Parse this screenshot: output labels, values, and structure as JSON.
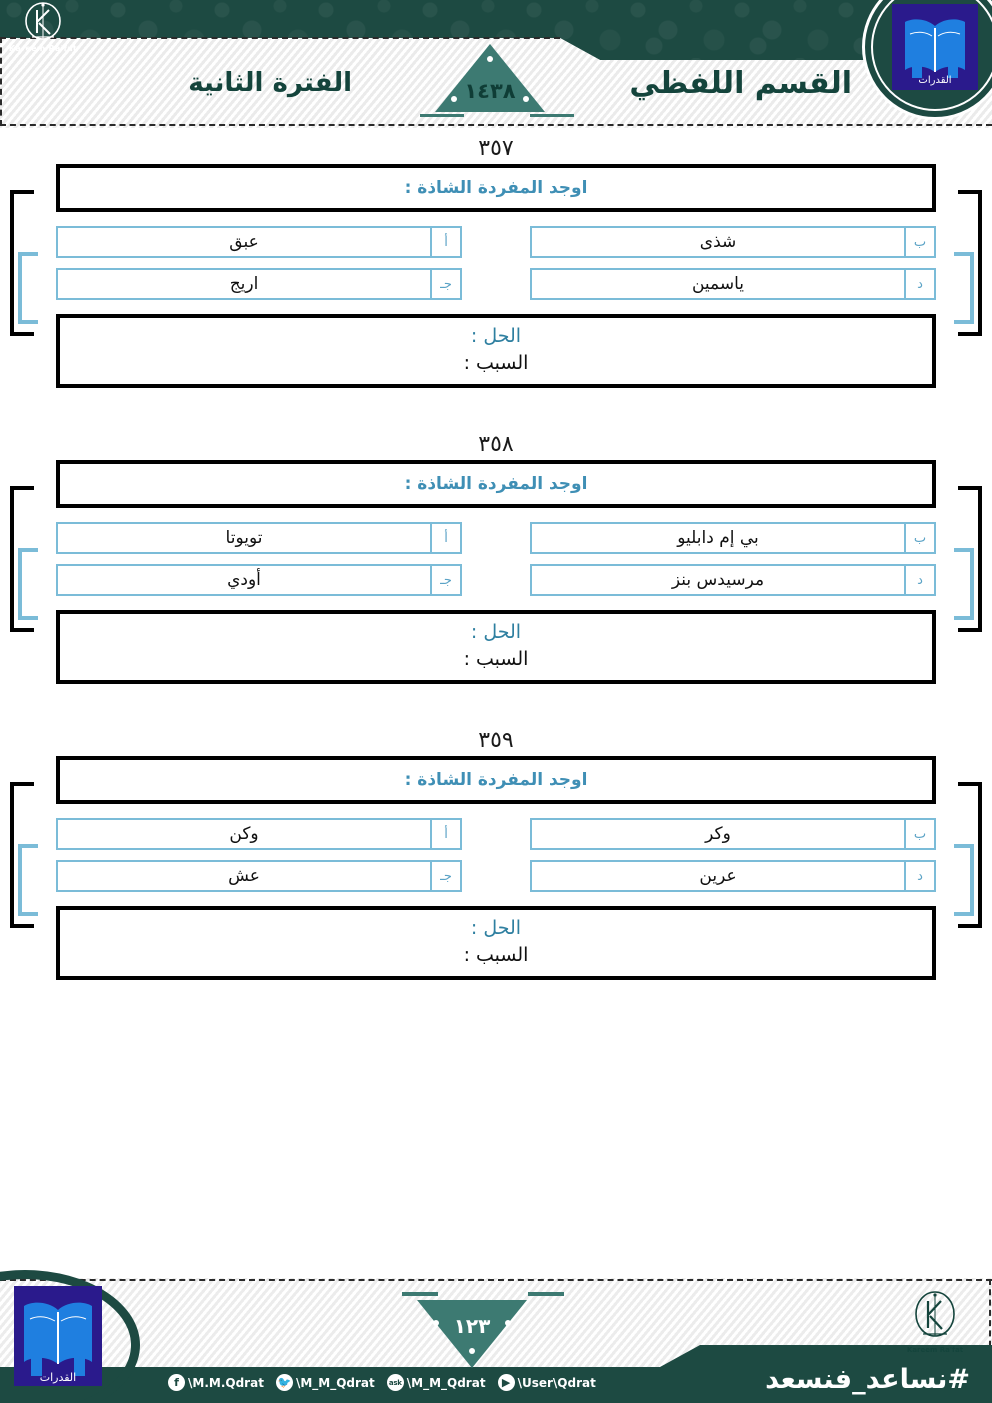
{
  "header": {
    "section_title": "القسم اللفظي",
    "period": "الفترة الثانية",
    "hijri_year": "١٤٣٨",
    "brand_name": "Kareem Ra'fat",
    "logo_text": "القدرات",
    "colors": {
      "green": "#1d4a42",
      "teal": "#3d7a72",
      "title": "#14443c"
    }
  },
  "questions": [
    {
      "number": "٣٥٧",
      "prompt": "اوجد المفردة الشاذة :",
      "options": [
        {
          "letter": "أ",
          "text": "عبق"
        },
        {
          "letter": "ب",
          "text": "شذى"
        },
        {
          "letter": "جـ",
          "text": "اريج"
        },
        {
          "letter": "د",
          "text": "ياسمين"
        }
      ],
      "answer_label": "الحل :",
      "reason_label": "السبب  :"
    },
    {
      "number": "٣٥٨",
      "prompt": "اوجد المفردة الشاذة :",
      "options": [
        {
          "letter": "أ",
          "text": "تويوتا"
        },
        {
          "letter": "ب",
          "text": "بي إم دابليو"
        },
        {
          "letter": "جـ",
          "text": "أودي"
        },
        {
          "letter": "د",
          "text": "مرسيدس بنز"
        }
      ],
      "answer_label": "الحل :",
      "reason_label": "السبب :"
    },
    {
      "number": "٣٥٩",
      "prompt": "اوجد المفردة الشاذة :",
      "options": [
        {
          "letter": "أ",
          "text": "وكن"
        },
        {
          "letter": "ب",
          "text": "وكر"
        },
        {
          "letter": "جـ",
          "text": "عش"
        },
        {
          "letter": "د",
          "text": "عرين"
        }
      ],
      "answer_label": "الحل :",
      "reason_label": "السبب  :"
    }
  ],
  "footer": {
    "page_number": "١٢٣",
    "hashtag": "#نساعد_فنسعد",
    "brand_name": "Kareem Ra'fat",
    "logo_text": "القدرات",
    "socials": [
      {
        "icon": "facebook-icon",
        "glyph": "f",
        "handle": "\\M.M.Qdrat"
      },
      {
        "icon": "twitter-icon",
        "glyph": "🐦",
        "handle": "\\M_M_Qdrat"
      },
      {
        "icon": "ask-icon",
        "glyph": "ask",
        "handle": "\\M_M_Qdrat"
      },
      {
        "icon": "youtube-icon",
        "glyph": "▶",
        "handle": "\\User\\Qdrat"
      }
    ]
  }
}
